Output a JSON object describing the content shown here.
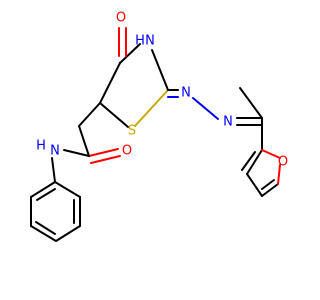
{
  "colors": {
    "carbon_bond": "#000000",
    "oxygen": "#ff0000",
    "nitrogen": "#0000ff",
    "sulfur": "#c8a800"
  },
  "atom_labels": {
    "ring_carbonyl_o": "O",
    "ring_nh": "H",
    "ring_n": "N",
    "ring_s": "S",
    "hydrazone_n1": "N",
    "hydrazone_n2": "N",
    "amide_o": "O",
    "amide_nh_h": "H",
    "amide_n": "N",
    "furan_o": "O"
  }
}
